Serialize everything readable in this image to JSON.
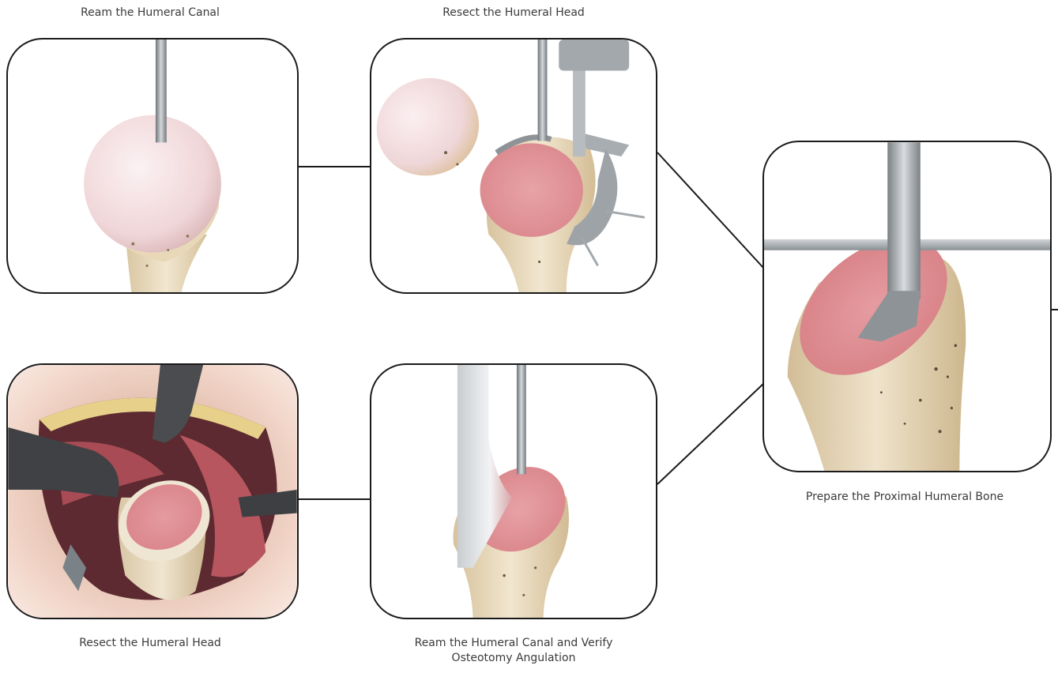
{
  "steps": [
    {
      "caption": "Ream the Humeral Canal"
    },
    {
      "caption": "Resect the Humeral Head"
    },
    {
      "caption": "Prepare the Proximal Humeral Bone"
    },
    {
      "caption": "Resect the Humeral Head"
    },
    {
      "caption": "Ream the Humeral Canal and Verify Osteotomy Angulation"
    }
  ],
  "colors": {
    "bone": "#e9dcc0",
    "cartilage": "#f3dfe0",
    "cancellous": "#dd8e92",
    "instrument": "#9ea3a8",
    "muscle": "#b8565f",
    "frame": "#1a1a1a"
  }
}
